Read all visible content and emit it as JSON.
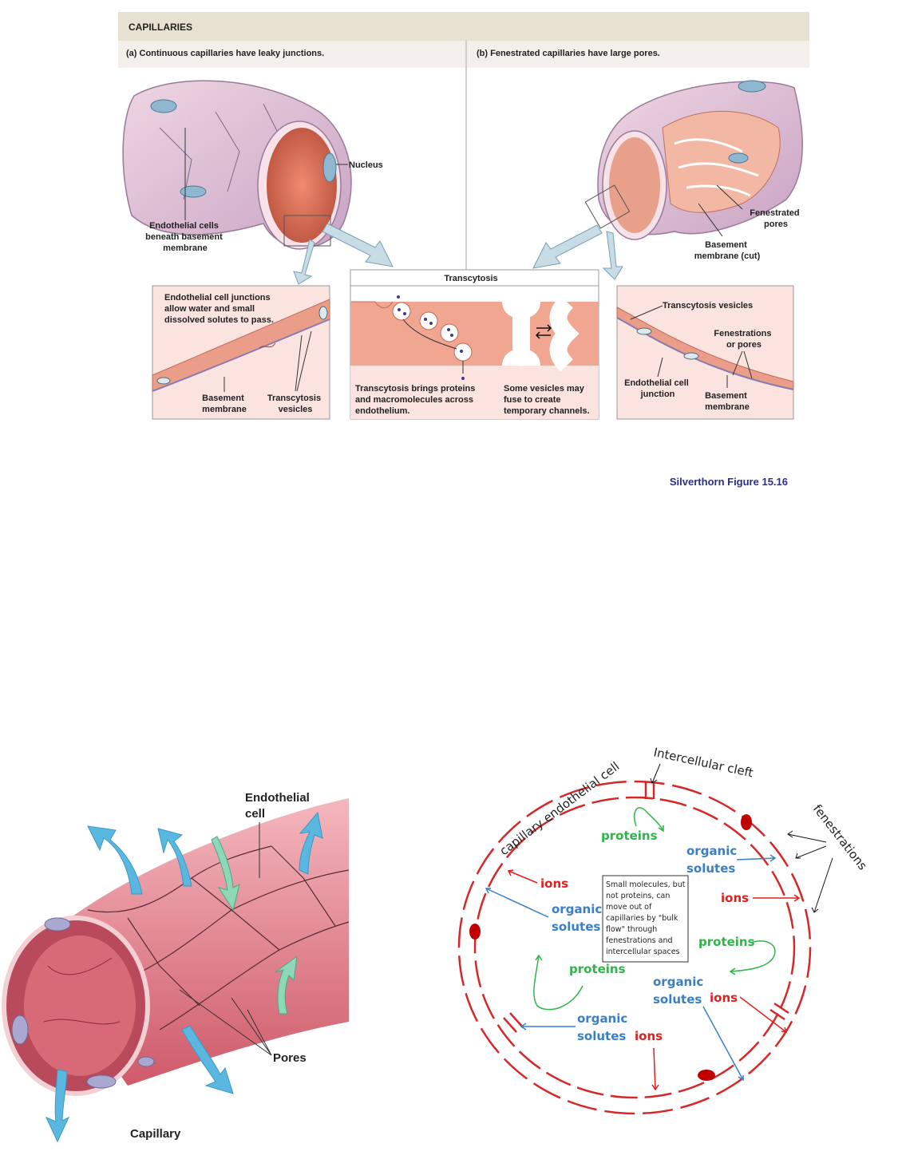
{
  "figure_top": {
    "header": "CAPILLARIES",
    "panel_a_title": "(a) Continuous capillaries have leaky junctions.",
    "panel_b_title": "(b) Fenestrated capillaries have large pores.",
    "labels": {
      "nucleus": "Nucleus",
      "endothelial_cells": [
        "Endothelial cells",
        "beneath basement",
        "membrane"
      ],
      "fenestrated_pores": [
        "Fenestrated",
        "pores"
      ],
      "basement_membrane_cut": [
        "Basement",
        "membrane (cut)"
      ]
    },
    "inset_left": {
      "text": [
        "Endothelial cell junctions",
        "allow water and small",
        "dissolved solutes to pass."
      ],
      "basement": [
        "Basement",
        "membrane"
      ],
      "vesicles": [
        "Transcytosis",
        "vesicles"
      ]
    },
    "inset_center": {
      "title": "Transcytosis",
      "caption_left": [
        "Transcytosis brings proteins",
        "and macromolecules across",
        "endothelium."
      ],
      "caption_right": [
        "Some vesicles may",
        "fuse to create",
        "temporary channels."
      ]
    },
    "inset_right": {
      "vesicles": "Transcytosis vesicles",
      "fenestrations": [
        "Fenestrations",
        "or pores"
      ],
      "junction": [
        "Endothelial cell",
        "junction"
      ],
      "basement": [
        "Basement",
        "membrane"
      ]
    }
  },
  "credit": "Silverthorn Figure 15.16",
  "bottom_left": {
    "endothelial": [
      "Endothelial",
      "cell"
    ],
    "pores": "Pores",
    "capillary": "Capillary"
  },
  "bottom_right": {
    "cleft": "Intercellular cleft",
    "endo_cell": "capillary endothelial cell",
    "fenestrations": "fenestrations",
    "note": [
      "Small molecules, but",
      "not proteins, can",
      "move out of",
      "capillaries by \"bulk",
      "flow\" through",
      "fenestrations and",
      "intercellular spaces"
    ],
    "proteins": "proteins",
    "organic": "organic",
    "solutes": "solutes",
    "ions": "ions"
  },
  "colors": {
    "ions": "#e0201f",
    "organic": "#3a7fc4",
    "proteins": "#2fb54a",
    "ring": "#d62828",
    "tube_pink": "#e6a4a6",
    "header_bg": "#e7e1d2"
  }
}
